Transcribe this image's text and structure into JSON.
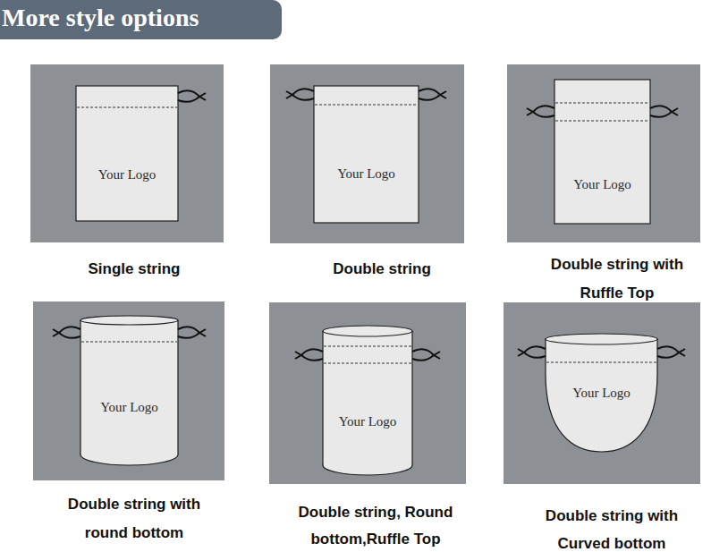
{
  "diagram": {
    "title": "More style options",
    "nodes": [
      {
        "text": [
          "Single string"
        ]
      },
      {
        "text": [
          "Your Logo"
        ],
        "in": 0
      },
      {
        "text": [
          "Double string"
        ]
      },
      {
        "text": [
          "Your Logo"
        ],
        "in": 2
      },
      {
        "text": [
          "Double string with Ruffle Top"
        ]
      },
      {
        "text": [
          "Your Logo"
        ],
        "in": 4
      },
      {
        "text": [
          "Double string with round bottom"
        ]
      },
      {
        "text": [
          "Your Logo"
        ],
        "in": 6
      },
      {
        "text": [
          "Double string, Round bottom,Ruffle Top"
        ]
      },
      {
        "text": [
          "Your Logo"
        ],
        "in": 8
      },
      {
        "text": [
          "Double string with Curved bottom"
        ]
      },
      {
        "text": [
          "Your Logo"
        ],
        "in": 10
      }
    ]
  }
}
